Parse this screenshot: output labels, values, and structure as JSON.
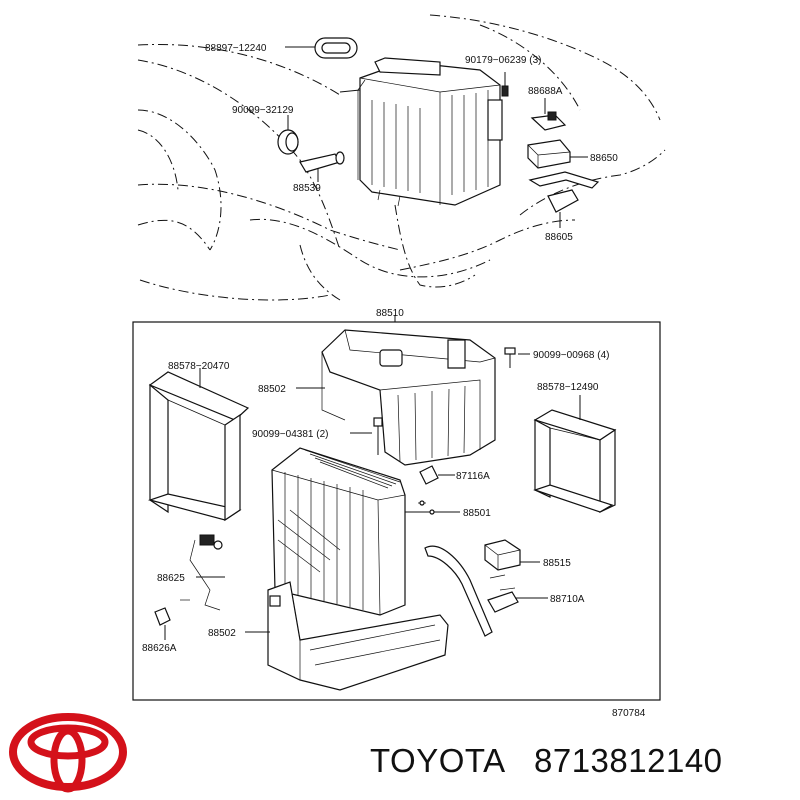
{
  "labels": {
    "p_88897": "88897−12240",
    "p_90179": "90179−06239 (3)",
    "p_90099_32129": "90099−32129",
    "p_88688a": "88688A",
    "p_88650": "88650",
    "p_88539": "88539",
    "p_88605": "88605",
    "p_88510": "88510",
    "p_88578_20470": "88578−20470",
    "p_88502_top": "88502",
    "p_90099_00968": "90099−00968 (4)",
    "p_88578_12490": "88578−12490",
    "p_90099_04381": "90099−04381 (2)",
    "p_87116a": "87116A",
    "p_88501": "88501",
    "p_88515": "88515",
    "p_88625": "88625",
    "p_88710a": "88710A",
    "p_88626a": "88626A",
    "p_88502_bottom": "88502",
    "diagram_code": "870784"
  },
  "brand": {
    "name": "TOYOTA",
    "part_number": "8713812140"
  },
  "colors": {
    "logo": "#d4111a",
    "ink": "#111111"
  }
}
